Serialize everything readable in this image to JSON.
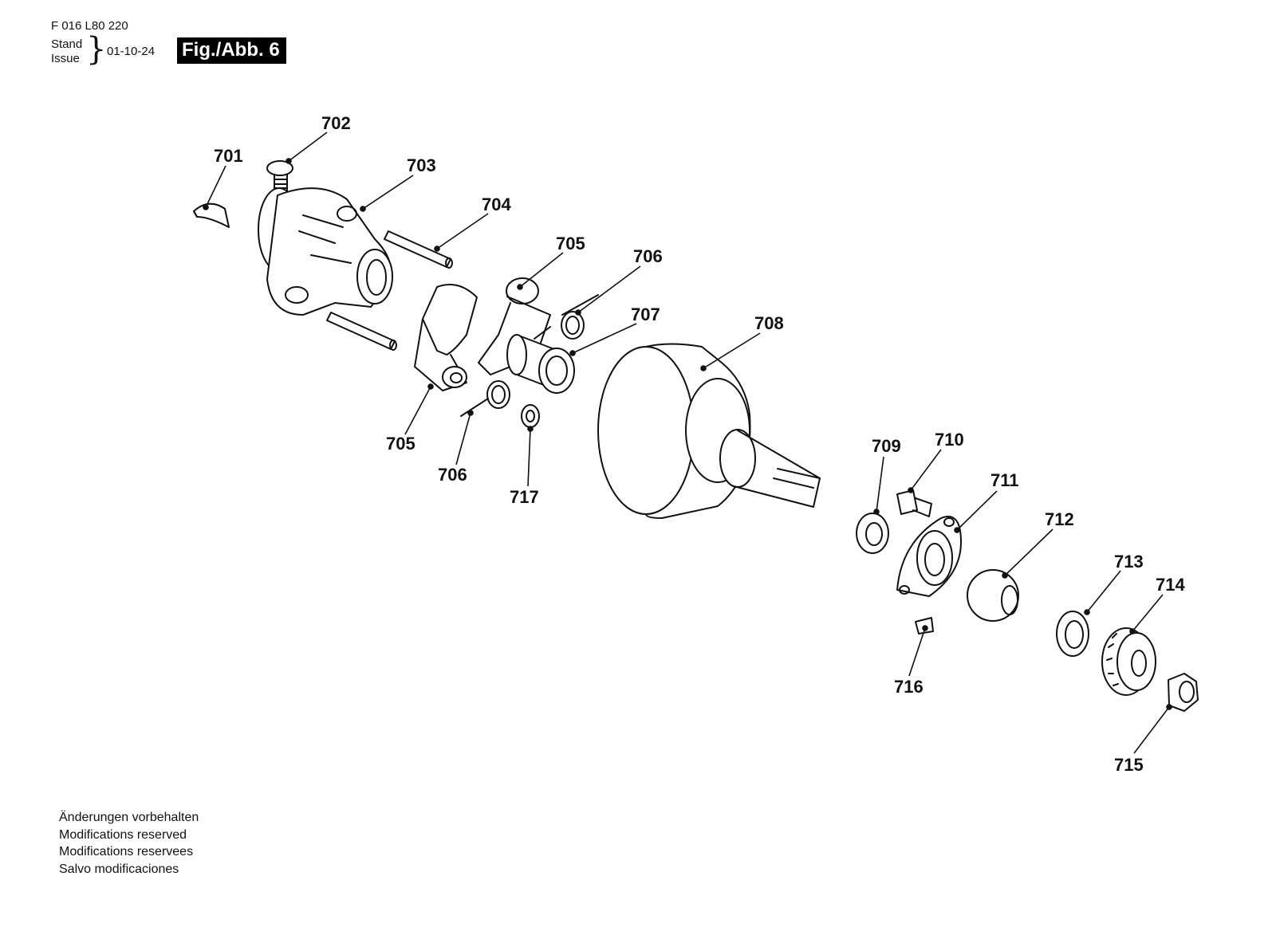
{
  "header": {
    "doc_code": "F 016 L80 220",
    "stand_label": "Stand",
    "issue_label": "Issue",
    "date": "01-10-24",
    "figure_label": "Fig./Abb. 6"
  },
  "parts": [
    {
      "number": "701"
    },
    {
      "number": "702"
    },
    {
      "number": "703"
    },
    {
      "number": "704"
    },
    {
      "number": "705"
    },
    {
      "number": "706"
    },
    {
      "number": "707"
    },
    {
      "number": "708"
    },
    {
      "number": "705"
    },
    {
      "number": "706"
    },
    {
      "number": "717"
    },
    {
      "number": "709"
    },
    {
      "number": "710"
    },
    {
      "number": "711"
    },
    {
      "number": "712"
    },
    {
      "number": "713"
    },
    {
      "number": "714"
    },
    {
      "number": "716"
    },
    {
      "number": "715"
    }
  ],
  "footer": {
    "lines": [
      "Änderungen vorbehalten",
      "Modifications reserved",
      "Modifications reservees",
      "Salvo modificaciones"
    ]
  }
}
